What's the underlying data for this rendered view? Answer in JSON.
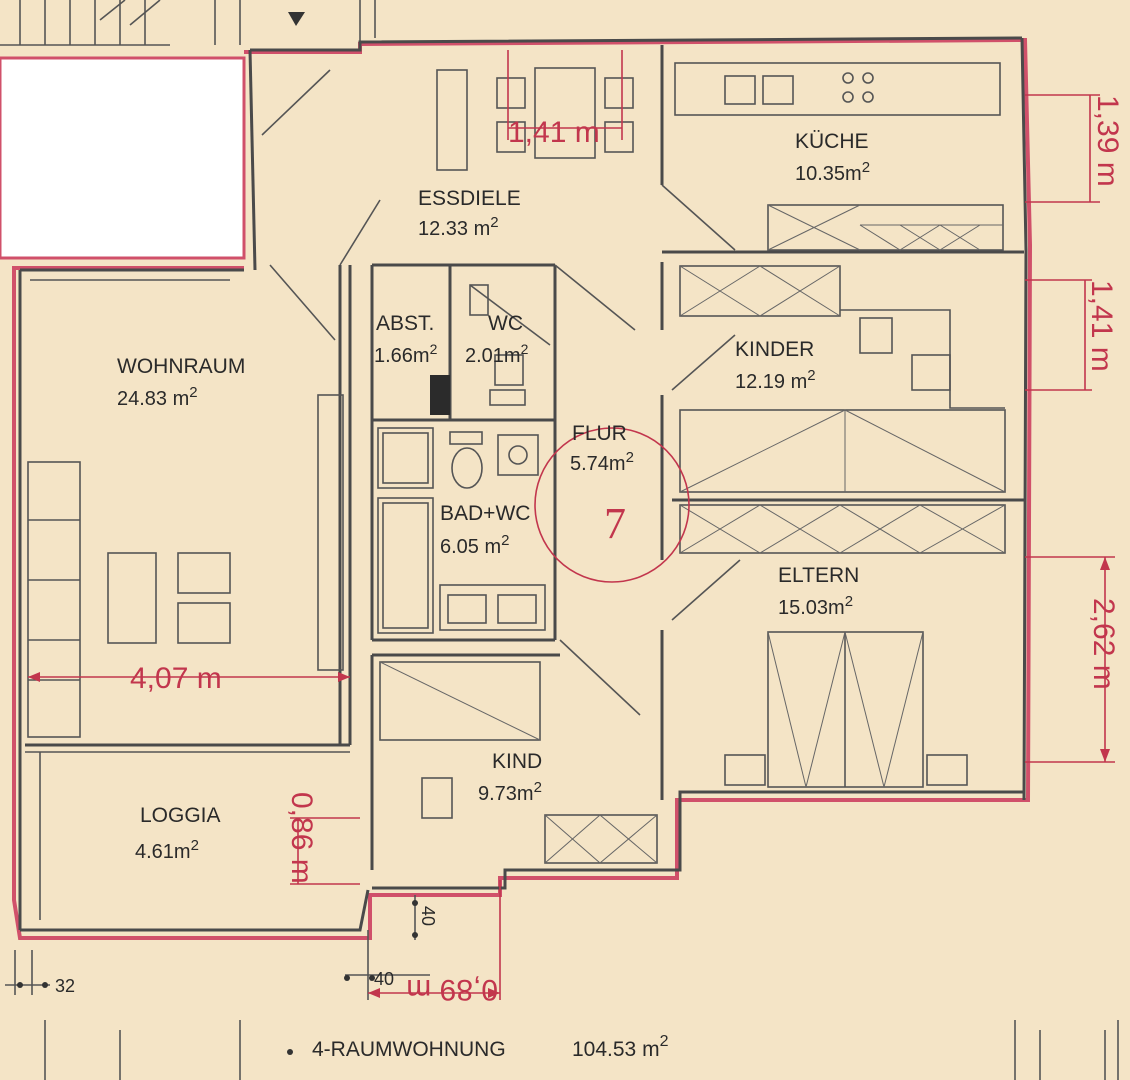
{
  "rooms": {
    "essdiele": {
      "name": "ESSDIELE",
      "area": "12.33 m",
      "sup": "2"
    },
    "kueche": {
      "name": "KÜCHE",
      "area": "10.35m",
      "sup": "2"
    },
    "wohnraum": {
      "name": "WOHNRAUM",
      "area": "24.83 m",
      "sup": "2"
    },
    "abst": {
      "name": "ABST.",
      "area": "1.66m",
      "sup": "2"
    },
    "wc": {
      "name": "WC",
      "area": "2.01m",
      "sup": "2"
    },
    "kinder": {
      "name": "KINDER",
      "area": "12.19 m",
      "sup": "2"
    },
    "flur": {
      "name": "FLUR",
      "area": "5.74m",
      "sup": "2"
    },
    "bad": {
      "name": "BAD+WC",
      "area": "6.05 m",
      "sup": "2"
    },
    "eltern": {
      "name": "ELTERN",
      "area": "15.03m",
      "sup": "2"
    },
    "loggia": {
      "name": "LOGGIA",
      "area": "4.61m",
      "sup": "2"
    },
    "kind": {
      "name": "KIND",
      "area": "9.73m",
      "sup": "2"
    }
  },
  "dimensions": {
    "essdiele_width": "1,41 m",
    "kueche_window": "1,39 m",
    "kinder_window": "1,41 m",
    "eltern_window": "2,62 m",
    "wohnraum_width": "4,07 m",
    "loggia_door": "0,86 m",
    "bottom_wall": "0,89 m"
  },
  "small_labels": {
    "wall_40_a": "40",
    "wall_40_b": "40",
    "wall_32": "32"
  },
  "unit_marker": "7",
  "footer": {
    "title": "4-RAUMWOHNUNG",
    "area": "104.53 m",
    "sup": "2"
  },
  "colors": {
    "paper": "#f4e4c6",
    "wall": "#4a4a4a",
    "annotation_red": "#c2364d"
  }
}
